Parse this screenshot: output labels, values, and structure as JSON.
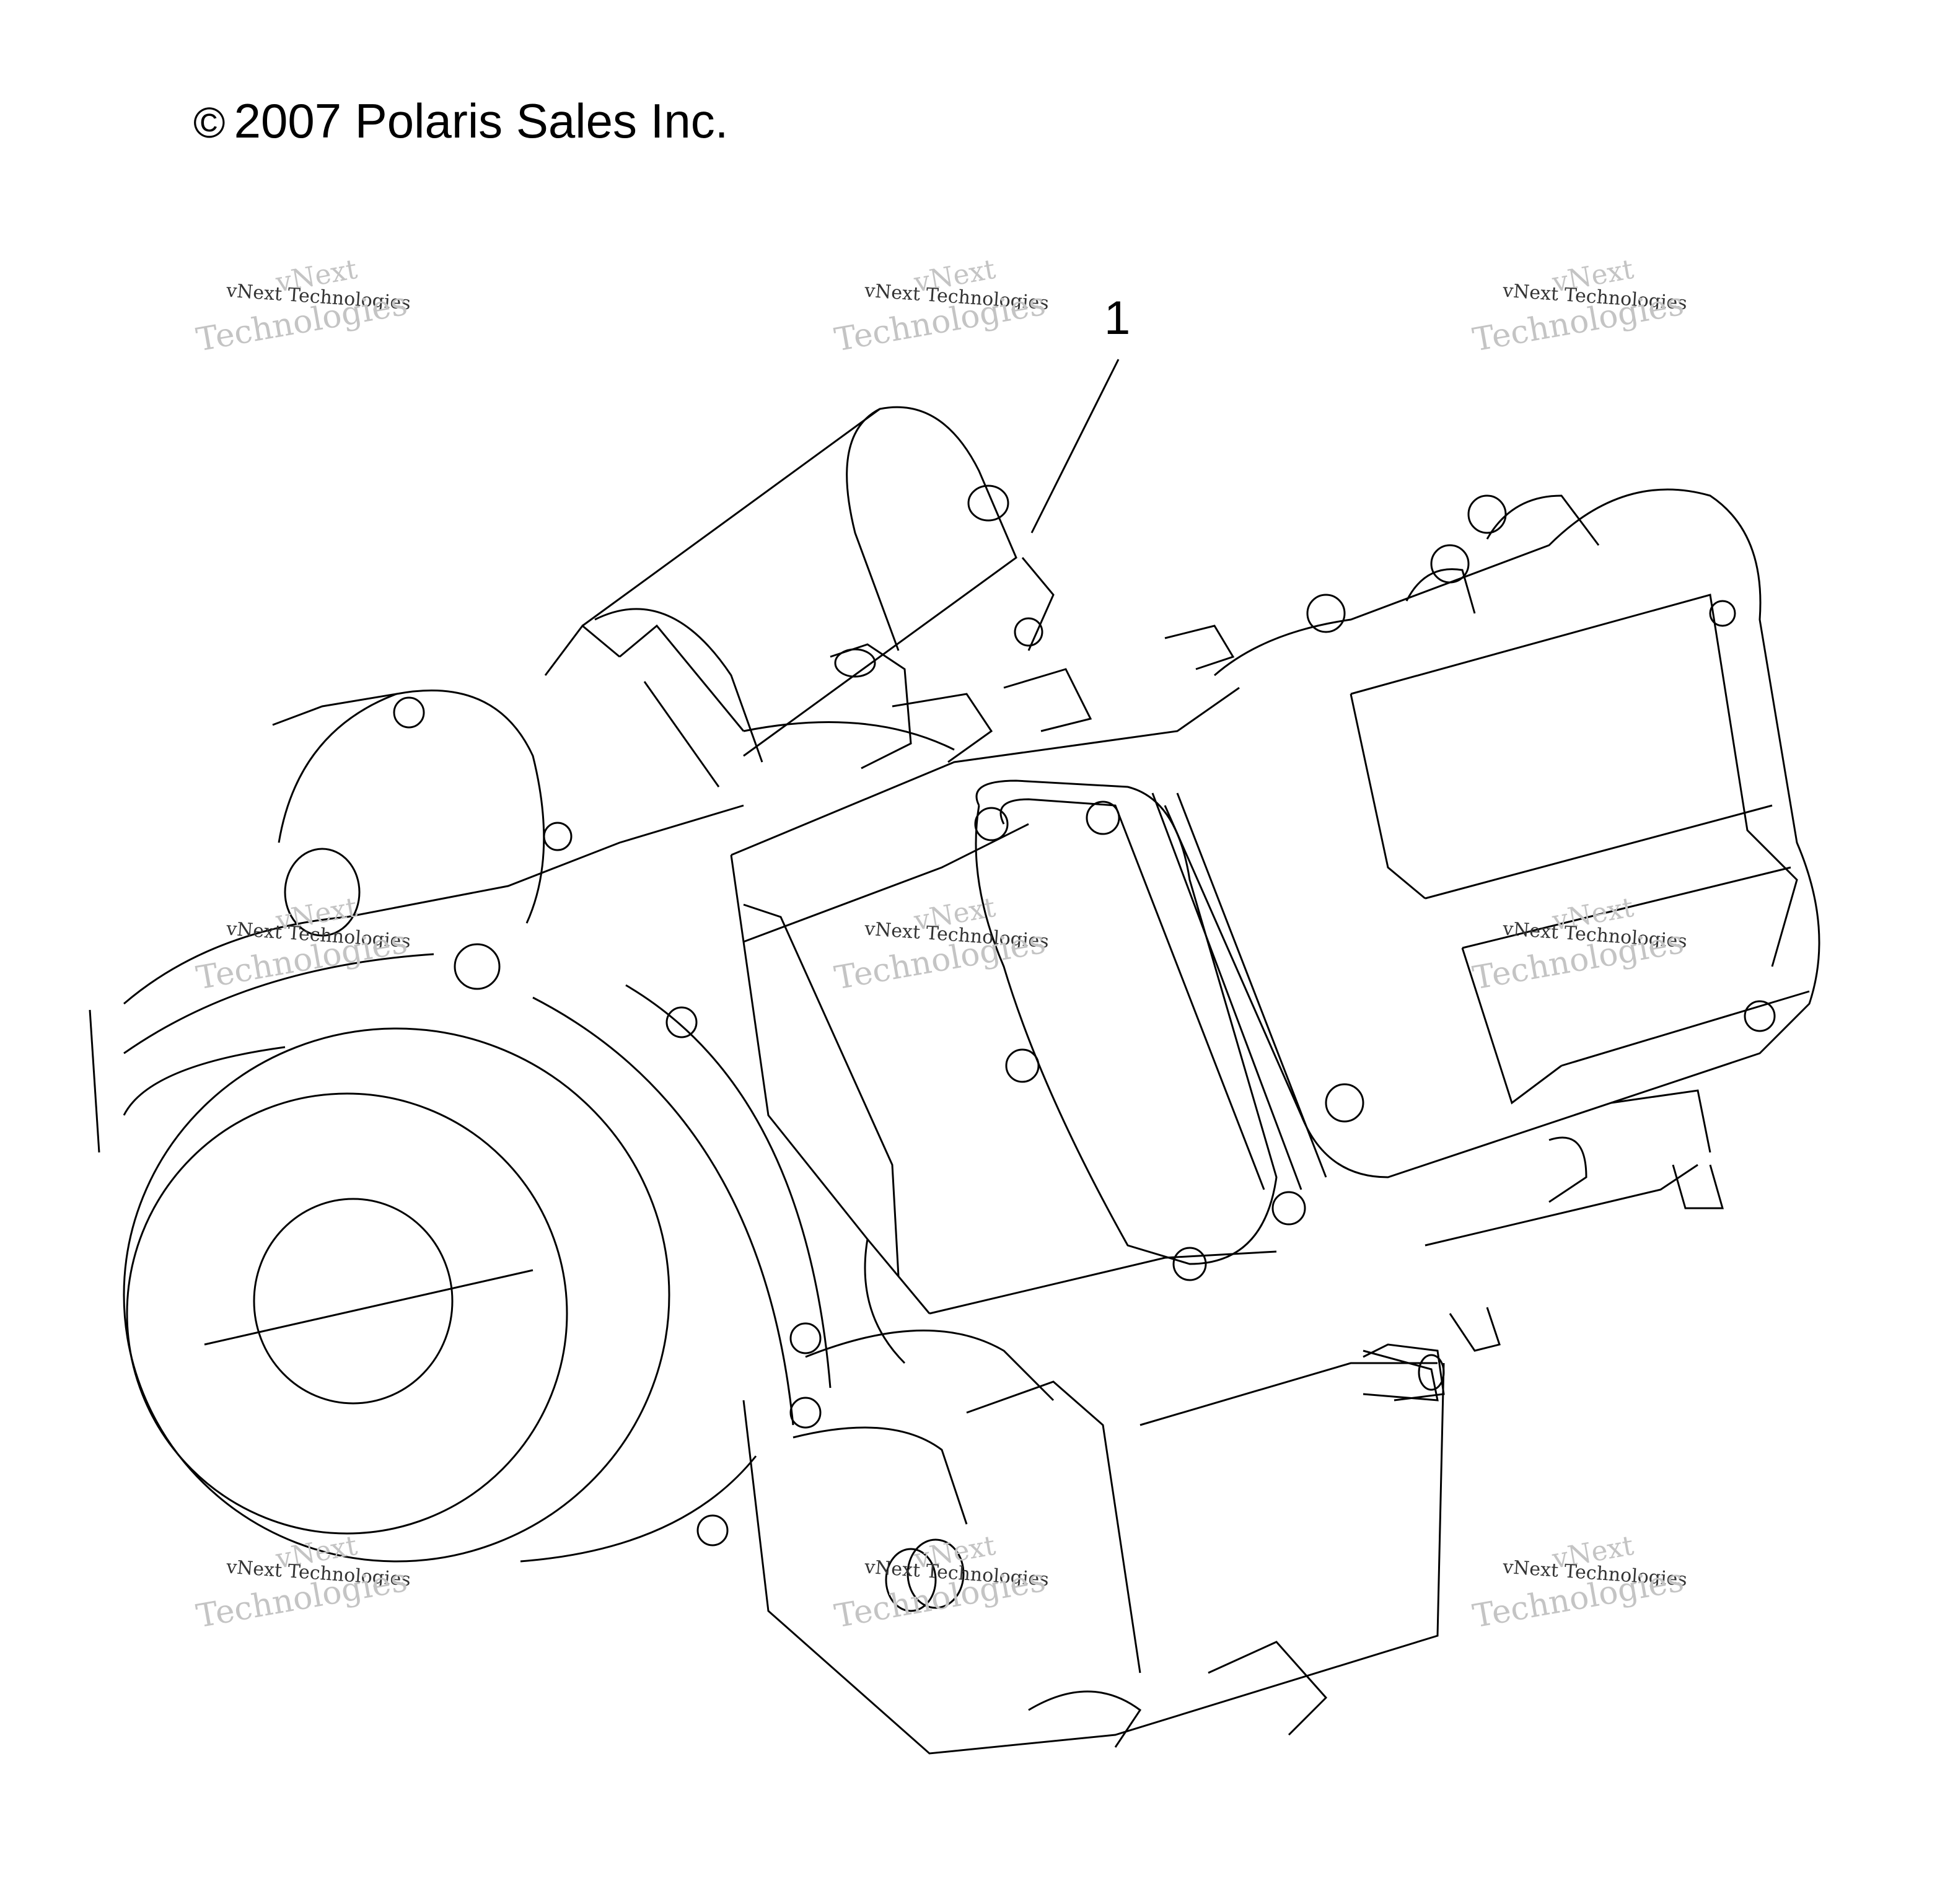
{
  "copyright": {
    "symbol": "©",
    "text": "2007 Polaris Sales Inc."
  },
  "callouts": [
    {
      "label": "1"
    }
  ],
  "watermark": {
    "line1": "vNext",
    "line2": "vNext Technologies",
    "line3": "Technologies"
  },
  "colors": {
    "ink": "#000000",
    "watermark": "#c4c4c4",
    "background": "#ffffff"
  }
}
